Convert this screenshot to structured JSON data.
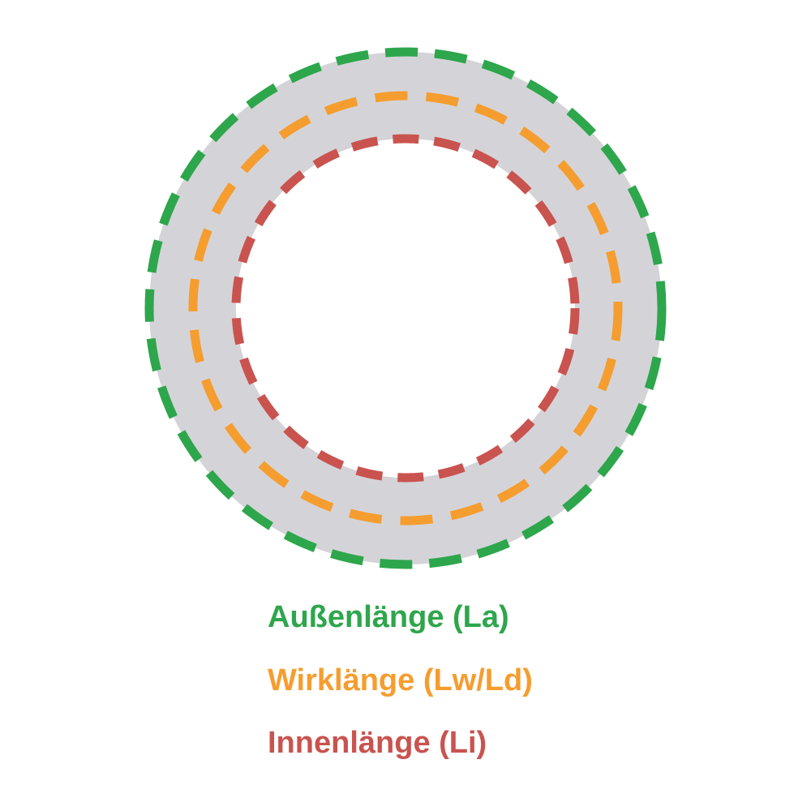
{
  "diagram": {
    "background_color": "#ffffff",
    "ring_color": "#d4d4d8",
    "circles": [
      {
        "id": "outer-length",
        "label": "Außenlänge (La)",
        "color": "#2ea64c"
      },
      {
        "id": "effective-length",
        "label": "Wirklänge (Lw/Ld)",
        "color": "#f59d2f"
      },
      {
        "id": "inner-length",
        "label": "Innenlänge (Li)",
        "color": "#c9534f"
      }
    ]
  }
}
